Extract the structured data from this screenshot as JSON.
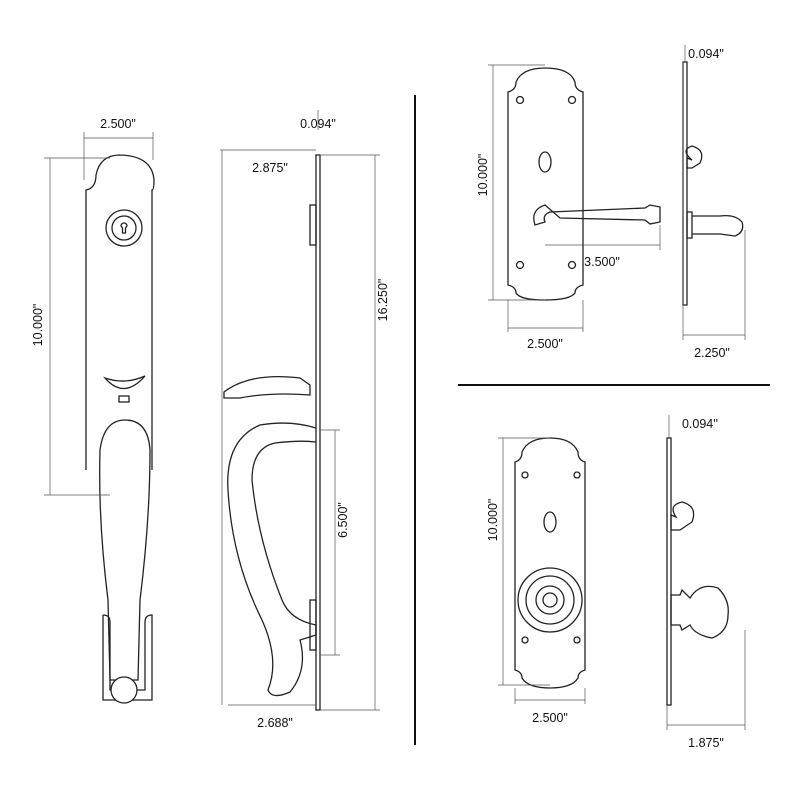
{
  "grip_set": {
    "front": {
      "width": "2.500\"",
      "height": "10.000\""
    },
    "side": {
      "thickness": "0.094\"",
      "projection": "2.875\"",
      "overall_height": "16.250\"",
      "grip_height": "6.500\"",
      "grip_projection": "2.688\""
    }
  },
  "lever_set": {
    "front": {
      "height": "10.000\"",
      "lever_length": "3.500\"",
      "width": "2.500\""
    },
    "side": {
      "thickness": "0.094\"",
      "projection": "2.250\""
    }
  },
  "knob_set": {
    "front": {
      "height": "10.000\"",
      "width": "2.500\""
    },
    "side": {
      "thickness": "0.094''",
      "projection": "1.875\""
    }
  },
  "colors": {
    "line": "#222222",
    "background": "#ffffff"
  }
}
